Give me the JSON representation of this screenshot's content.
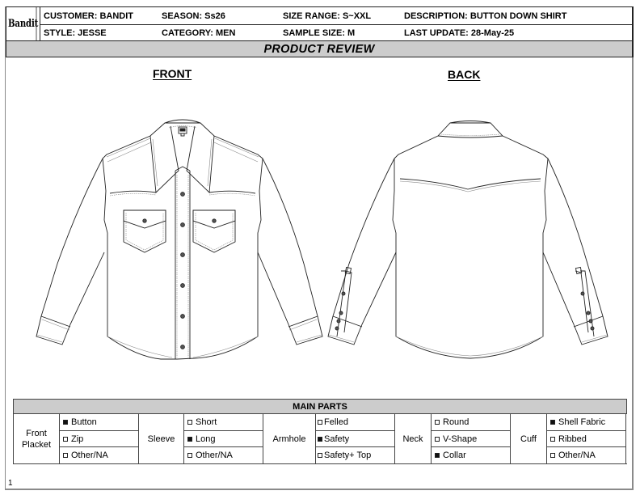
{
  "header": {
    "logo": "Bandit",
    "row1": [
      {
        "label": "CUSTOMER:",
        "value": "BANDIT"
      },
      {
        "label": "SEASON:",
        "value": "Ss26"
      },
      {
        "label": "SIZE RANGE:",
        "value": "S~XXL"
      },
      {
        "label": "DESCRIPTION:",
        "value": "BUTTON DOWN SHIRT"
      }
    ],
    "row2": [
      {
        "label": "STYLE:",
        "value": "JESSE"
      },
      {
        "label": "CATEGORY:",
        "value": "MEN"
      },
      {
        "label": "SAMPLE SIZE:",
        "value": "M"
      },
      {
        "label": "LAST UPDATE:",
        "value": "28-May-25"
      }
    ],
    "row1_text": [
      "CUSTOMER: BANDIT",
      "SEASON: Ss26",
      "SIZE RANGE: S~XXL",
      "DESCRIPTION: BUTTON DOWN SHIRT"
    ],
    "row2_text": [
      "STYLE: JESSE",
      "CATEGORY: MEN",
      "SAMPLE SIZE: M",
      "LAST UPDATE: 28-May-25"
    ]
  },
  "title": "PRODUCT REVIEW",
  "views": {
    "front_label": "FRONT",
    "back_label": "BACK"
  },
  "main_parts": {
    "title": "MAIN PARTS",
    "groups": [
      {
        "category": "Front Placket",
        "options": [
          {
            "label": "Button",
            "checked": true
          },
          {
            "label": "Zip",
            "checked": false
          },
          {
            "label": "Other/NA",
            "checked": false
          }
        ]
      },
      {
        "category": "Sleeve",
        "options": [
          {
            "label": "Short",
            "checked": false
          },
          {
            "label": "Long",
            "checked": true
          },
          {
            "label": "Other/NA",
            "checked": false
          }
        ]
      },
      {
        "category": "Armhole",
        "options": [
          {
            "label": "Felled",
            "checked": false
          },
          {
            "label": "Safety",
            "checked": true
          },
          {
            "label": "Safety+ Top",
            "checked": false
          }
        ]
      },
      {
        "category": "Neck",
        "options": [
          {
            "label": "Round",
            "checked": false
          },
          {
            "label": "V-Shape",
            "checked": false
          },
          {
            "label": "Collar",
            "checked": true
          }
        ]
      },
      {
        "category": "Cuff",
        "options": [
          {
            "label": "Shell Fabric",
            "checked": true
          },
          {
            "label": "Ribbed",
            "checked": false
          },
          {
            "label": "Other/NA",
            "checked": false
          }
        ]
      }
    ]
  },
  "page_number": "1",
  "colors": {
    "header_fill": "#cccccc",
    "border": "#222222",
    "page_border": "#8a8a8a"
  }
}
